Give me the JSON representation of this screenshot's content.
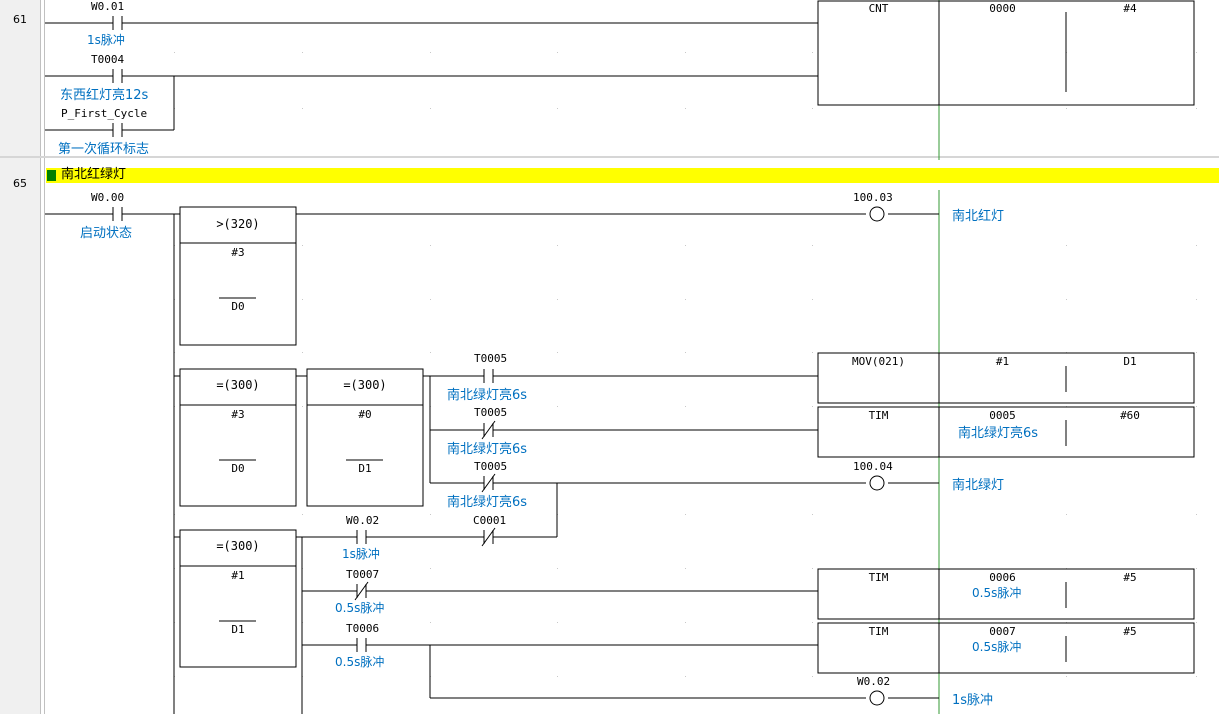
{
  "rungs": [
    {
      "number": "61",
      "contacts": [
        {
          "address": "W0.01",
          "comment": "1s脉冲"
        },
        {
          "address": "T0004",
          "comment": "东西红灯亮12s"
        },
        {
          "address": "P_First_Cycle",
          "comment": "第一次循环标志"
        }
      ],
      "instruction": {
        "name": "CNT",
        "operand1": "0000",
        "operand2": "#4"
      }
    },
    {
      "number": "65",
      "comment": "南北红绿灯",
      "input": {
        "address": "W0.00",
        "comment": "启动状态"
      },
      "compare_gt": {
        "name": ">(320)",
        "operand1": "#3",
        "operand2": "D0"
      },
      "coil_red": {
        "address": "100.03",
        "comment": "南北红灯"
      },
      "compare_eq_a": {
        "name": "=(300)",
        "operand1": "#3",
        "operand2": "D0"
      },
      "compare_eq_b": {
        "name": "=(300)",
        "operand1": "#0",
        "operand2": "D1"
      },
      "contact_t5_a": {
        "address": "T0005",
        "comment": "南北绿灯亮6s"
      },
      "contact_t5_b": {
        "address": "T0005",
        "comment": "南北绿灯亮6s"
      },
      "contact_t5_c": {
        "address": "T0005",
        "comment": "南北绿灯亮6s"
      },
      "mov": {
        "name": "MOV(021)",
        "operand1": "#1",
        "operand2": "D1"
      },
      "tim_5": {
        "name": "TIM",
        "operand1": "0005",
        "operand1_comment": "南北绿灯亮6s",
        "operand2": "#60"
      },
      "coil_green": {
        "address": "100.04",
        "comment": "南北绿灯"
      },
      "contact_w002": {
        "address": "W0.02",
        "comment": "1s脉冲"
      },
      "contact_c0001": {
        "address": "C0001"
      },
      "compare_eq_c": {
        "name": "=(300)",
        "operand1": "#1",
        "operand2": "D1"
      },
      "contact_t7": {
        "address": "T0007",
        "comment": "0.5s脉冲"
      },
      "contact_t6": {
        "address": "T0006",
        "comment": "0.5s脉冲"
      },
      "tim_6": {
        "name": "TIM",
        "operand1": "0006",
        "operand1_comment": "0.5s脉冲",
        "operand2": "#5"
      },
      "tim_7": {
        "name": "TIM",
        "operand1": "0007",
        "operand1_comment": "0.5s脉冲",
        "operand2": "#5"
      },
      "coil_w002": {
        "address": "W0.02",
        "comment": "1s脉冲"
      }
    }
  ],
  "colors": {
    "comment_bar": "#ffff00",
    "comment_marker": "#008000",
    "comment_text": "#0070c0",
    "right_rail": "#339933"
  }
}
